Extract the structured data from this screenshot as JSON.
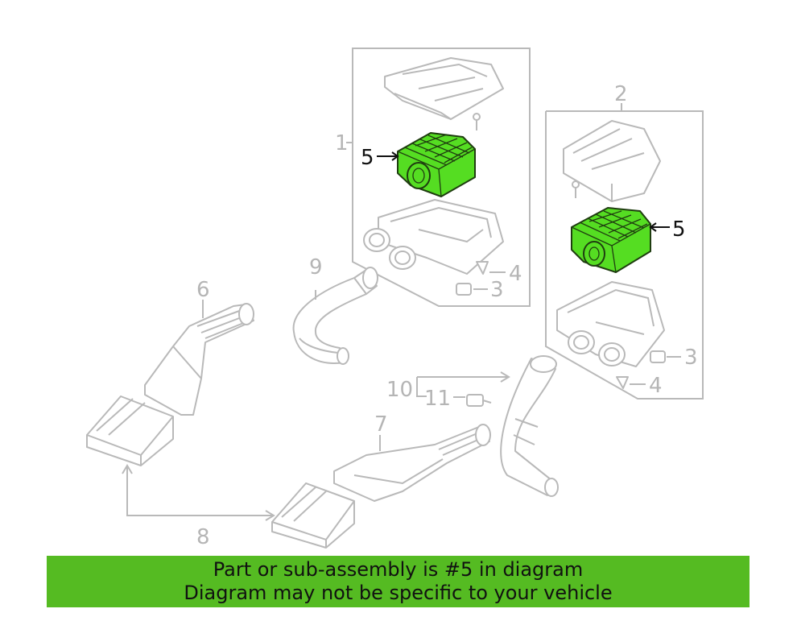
{
  "callouts": {
    "c1": "1",
    "c2": "2",
    "c3a": "3",
    "c3b": "3",
    "c4a": "4",
    "c4b": "4",
    "c5a": "5",
    "c5b": "5",
    "c6": "6",
    "c7": "7",
    "c8": "8",
    "c9": "9",
    "c10": "10",
    "c11": "11"
  },
  "highlight_color": "#55dd22",
  "banner": {
    "line1": "Part or sub-assembly is #5 in diagram",
    "line2": "Diagram may not be specific to your vehicle",
    "color": "#55bb22"
  }
}
